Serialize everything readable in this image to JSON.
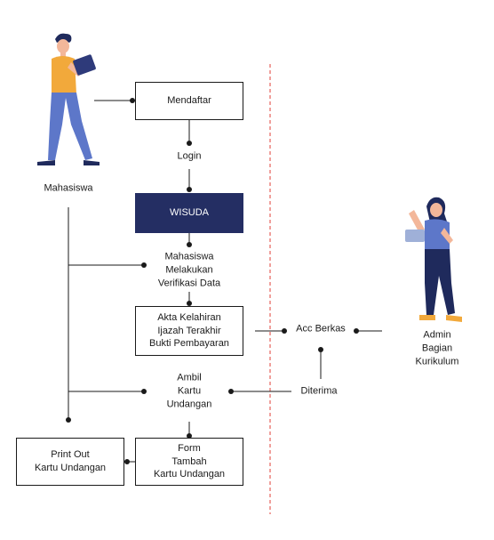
{
  "actors": {
    "student": "Mahasiswa",
    "admin": "Admin\nBagian Kurikulum"
  },
  "steps": {
    "register": "Mendaftar",
    "login": "Login",
    "graduation": "WISUDA",
    "verify": "Mahasiswa\nMelakukan\nVerifikasi Data",
    "documents": "Akta Kelahiran\nIjazah Terakhir\nBukti Pembayaran",
    "accept_files": "Acc Berkas",
    "accepted": "Diterima",
    "take_card": "Ambil\nKartu\nUndangan",
    "form": "Form\nTambah\nKartu Undangan",
    "print": "Print Out\nKartu Undangan"
  },
  "colors": {
    "highlight_box": "#242e63",
    "divider": "#e0403a",
    "line": "#1a1a1a"
  }
}
